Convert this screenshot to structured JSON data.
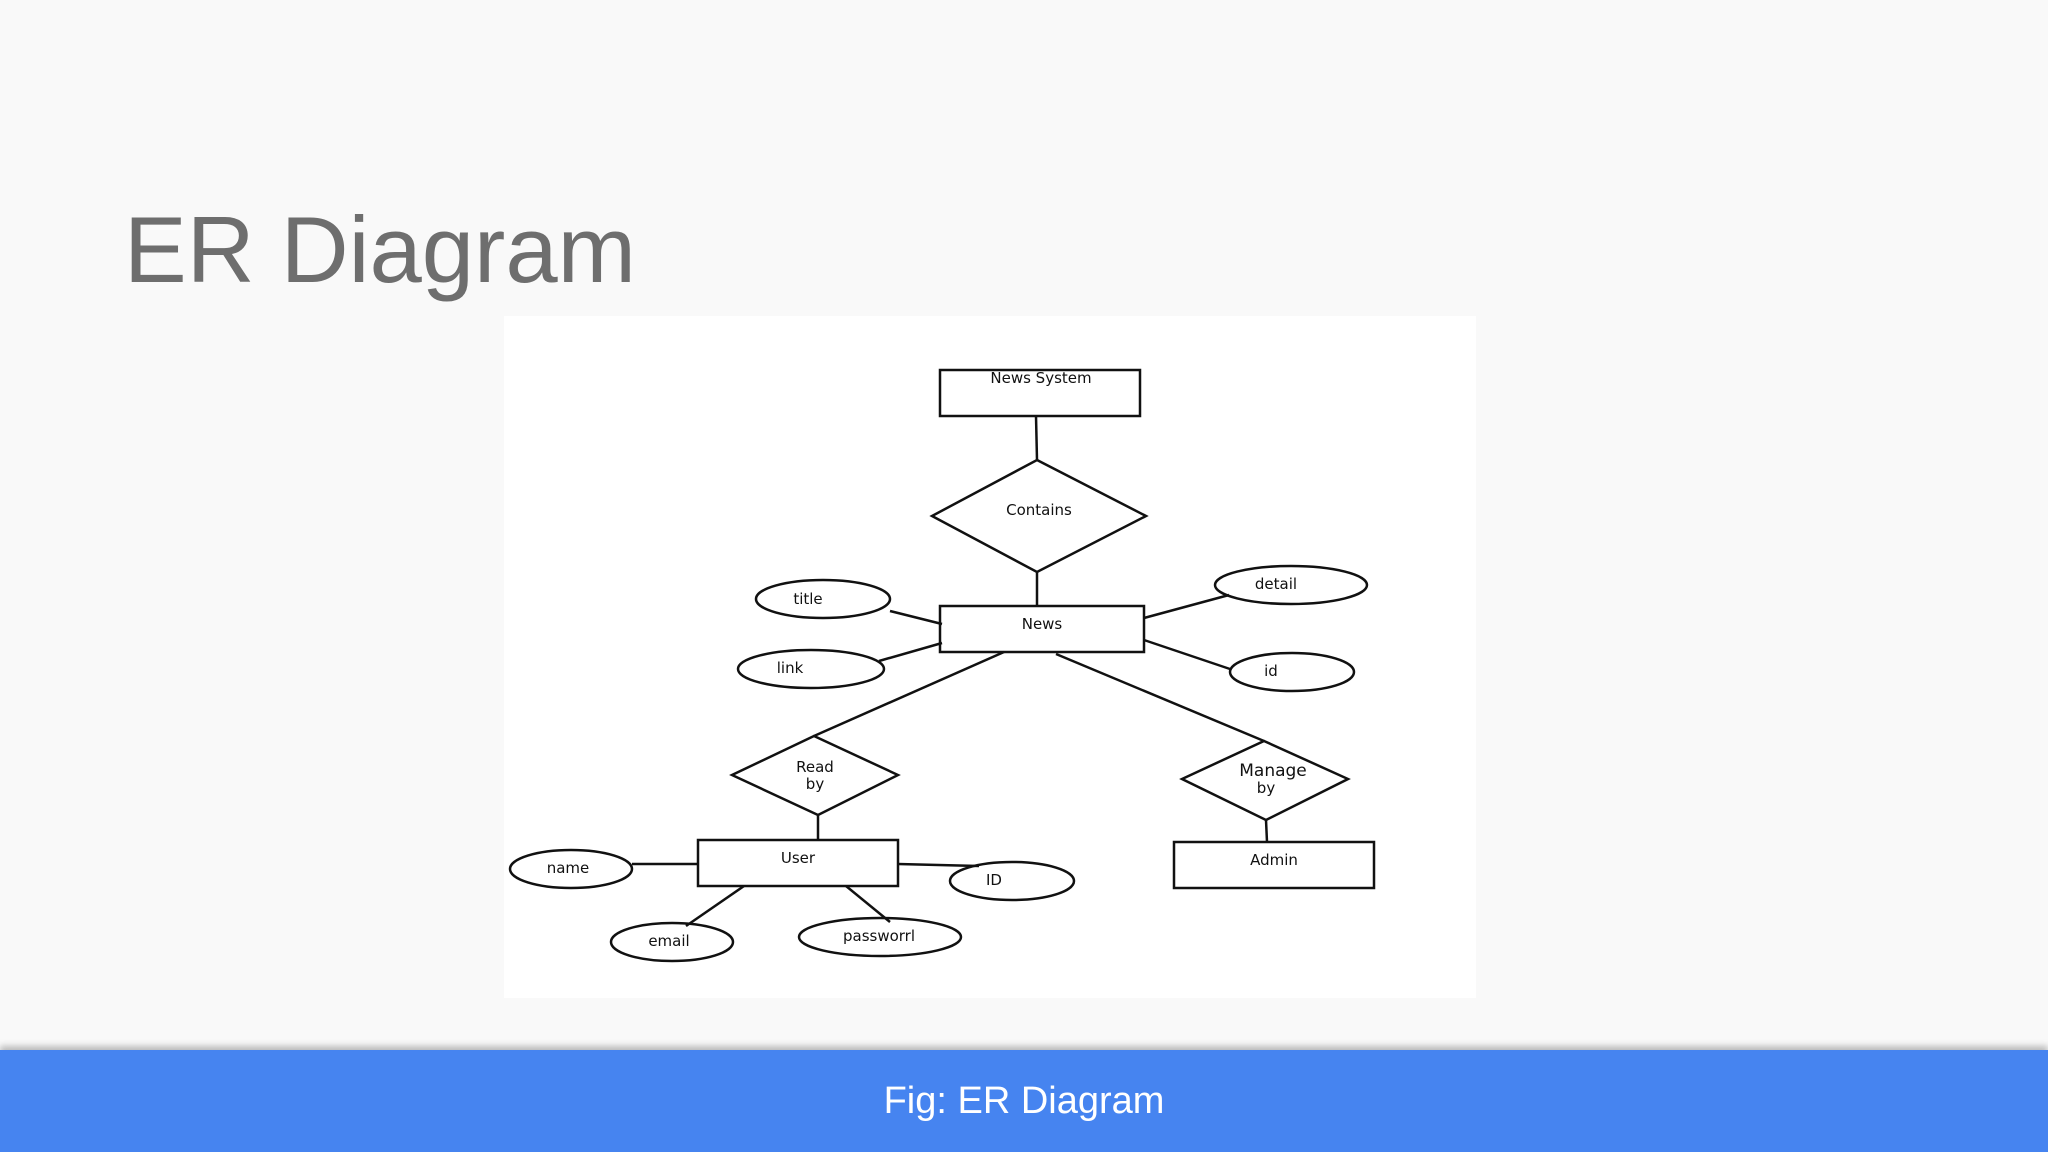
{
  "slide": {
    "title": "ER Diagram",
    "caption": "Fig: ER Diagram"
  },
  "diagram": {
    "entities": {
      "news_system": "News System",
      "news": "News",
      "user": "User",
      "admin": "Admin"
    },
    "relationships": {
      "contains": "Contains",
      "read_by_line1": "Read",
      "read_by_line2": "by",
      "manage_by_line1": "Manage",
      "manage_by_line2": "by"
    },
    "attributes": {
      "title": "title",
      "link": "link",
      "detail": "detail",
      "id": "id",
      "name": "name",
      "email": "email",
      "password": "passworrl",
      "user_id": "ID"
    }
  },
  "colors": {
    "background": "#f9f9f9",
    "title_text": "#6e6e6e",
    "caption_bar": "#4684f0",
    "caption_text": "#ffffff",
    "diagram_stroke": "#111111"
  }
}
